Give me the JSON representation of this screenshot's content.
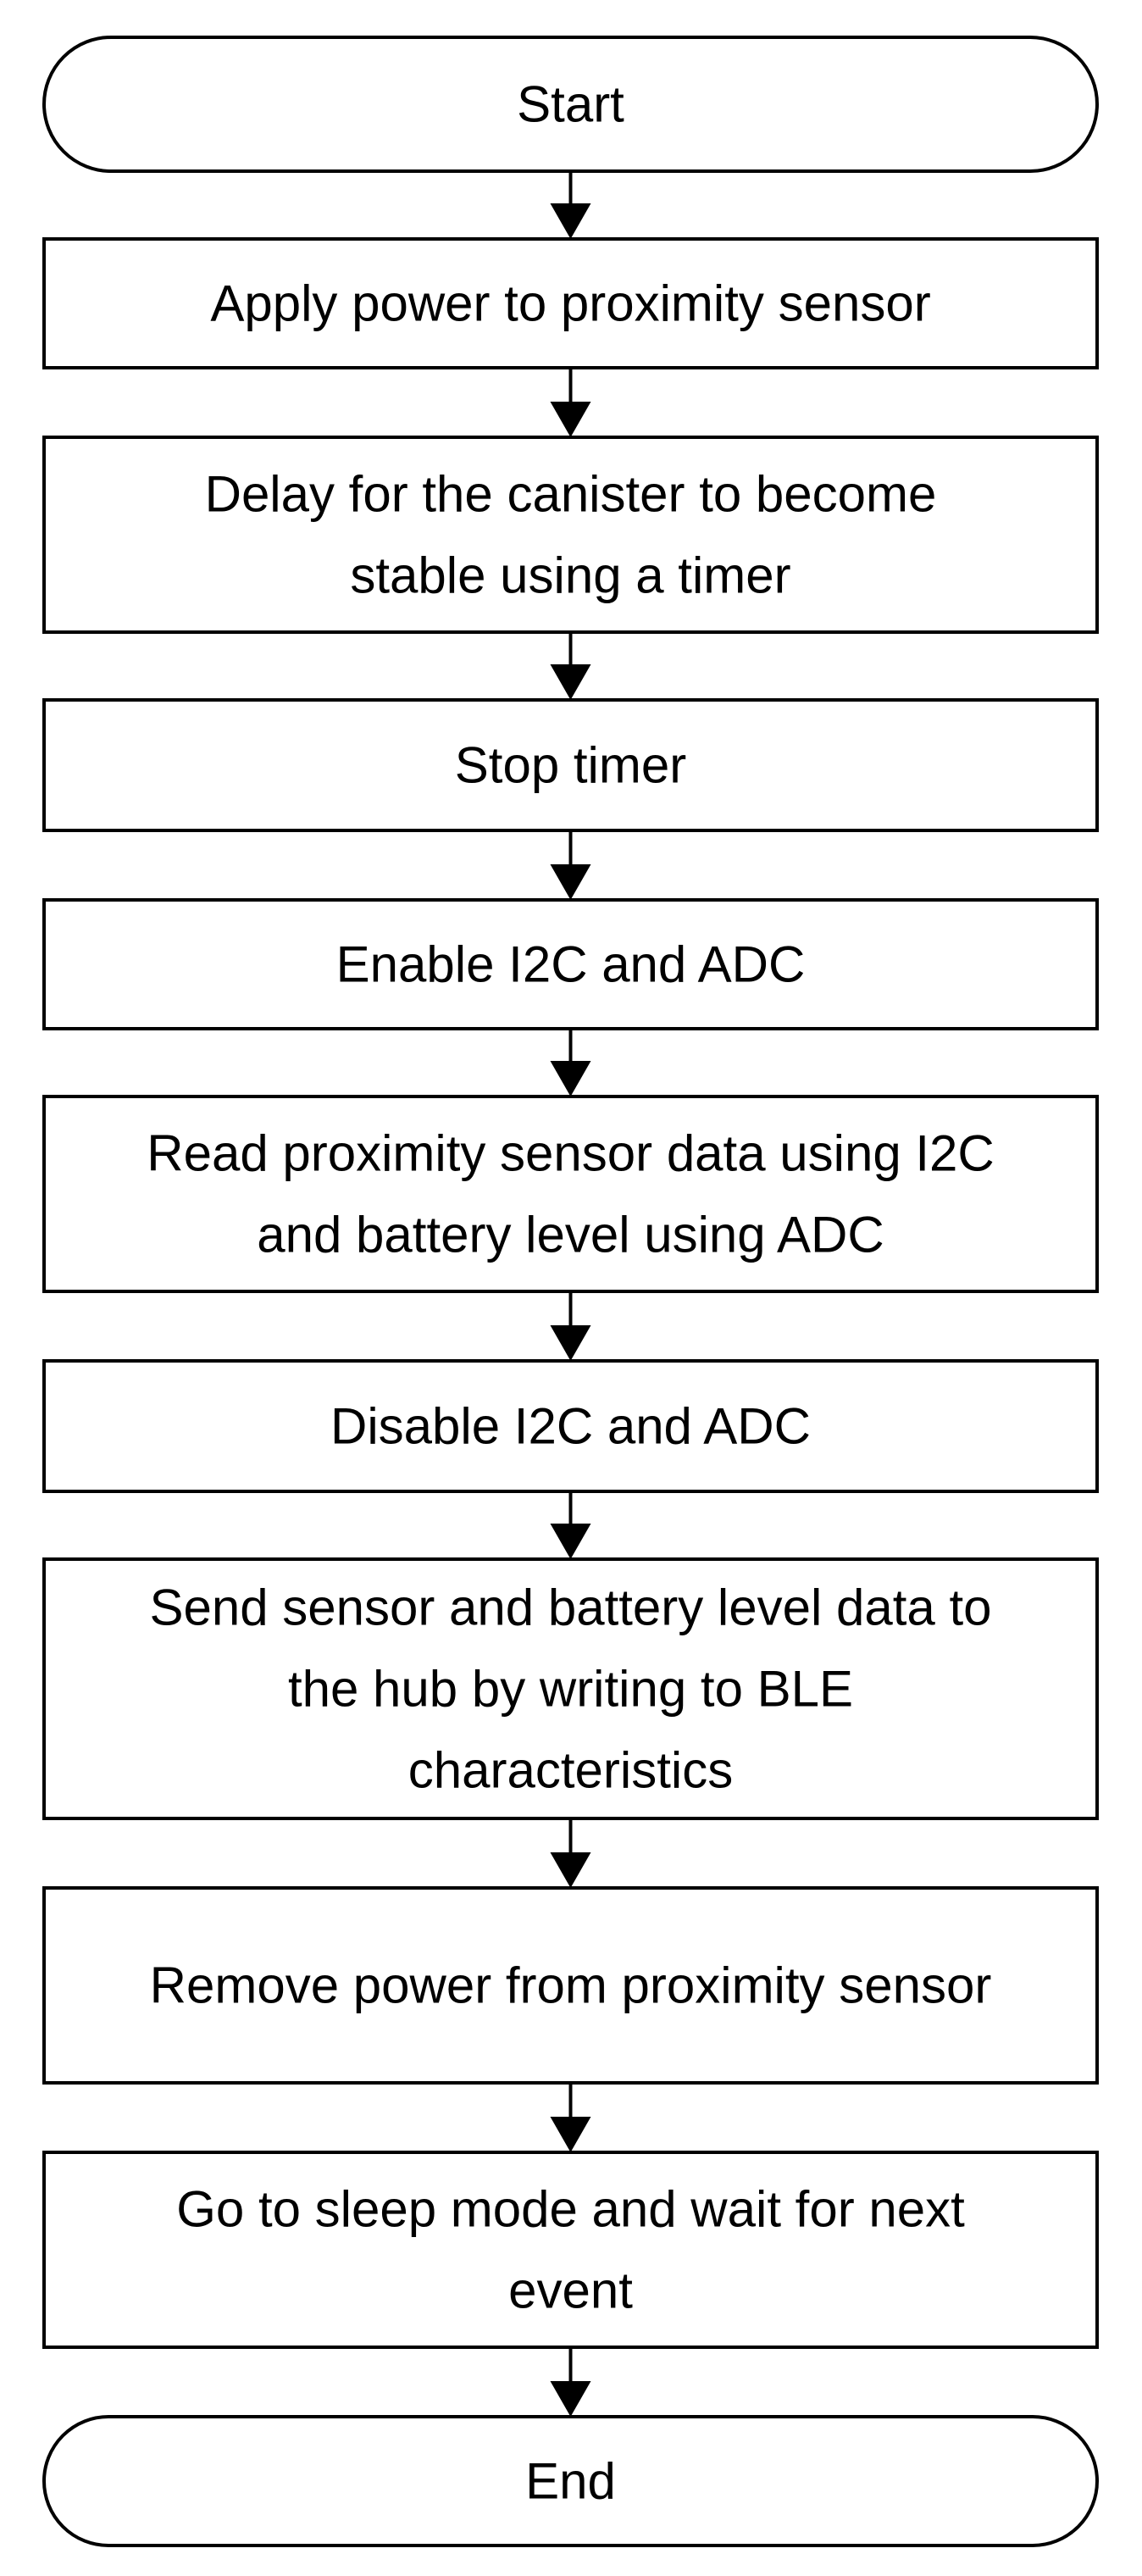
{
  "flowchart": {
    "nodes": [
      {
        "id": "start",
        "shape": "terminal",
        "lines": [
          "Start"
        ]
      },
      {
        "id": "apply-power",
        "shape": "process",
        "lines": [
          "Apply power to proximity sensor"
        ]
      },
      {
        "id": "delay-canister",
        "shape": "process",
        "lines": [
          "Delay for the canister to become",
          "stable using a timer"
        ]
      },
      {
        "id": "stop-timer",
        "shape": "process",
        "lines": [
          "Stop timer"
        ]
      },
      {
        "id": "enable-i2c-adc",
        "shape": "process",
        "lines": [
          "Enable I2C and ADC"
        ]
      },
      {
        "id": "read-sensor",
        "shape": "process",
        "lines": [
          "Read proximity sensor data using I2C",
          "and battery level using ADC"
        ]
      },
      {
        "id": "disable-i2c-adc",
        "shape": "process",
        "lines": [
          "Disable I2C and ADC"
        ]
      },
      {
        "id": "send-data",
        "shape": "process",
        "lines": [
          "Send sensor and battery level data to",
          "the hub by writing to BLE",
          "characteristics"
        ]
      },
      {
        "id": "remove-power",
        "shape": "process",
        "lines": [
          "Remove power from proximity sensor"
        ]
      },
      {
        "id": "sleep-mode",
        "shape": "process",
        "lines": [
          "Go to sleep mode and wait for next",
          "event"
        ]
      },
      {
        "id": "end",
        "shape": "terminal",
        "lines": [
          "End"
        ]
      }
    ],
    "edges": [
      {
        "from": "start",
        "to": "apply-power"
      },
      {
        "from": "apply-power",
        "to": "delay-canister"
      },
      {
        "from": "delay-canister",
        "to": "stop-timer"
      },
      {
        "from": "stop-timer",
        "to": "enable-i2c-adc"
      },
      {
        "from": "enable-i2c-adc",
        "to": "read-sensor"
      },
      {
        "from": "read-sensor",
        "to": "disable-i2c-adc"
      },
      {
        "from": "disable-i2c-adc",
        "to": "send-data"
      },
      {
        "from": "send-data",
        "to": "remove-power"
      },
      {
        "from": "remove-power",
        "to": "sleep-mode"
      },
      {
        "from": "sleep-mode",
        "to": "end"
      }
    ]
  },
  "colors": {
    "stroke": "#000000",
    "fill": "#ffffff",
    "text": "#000000"
  }
}
